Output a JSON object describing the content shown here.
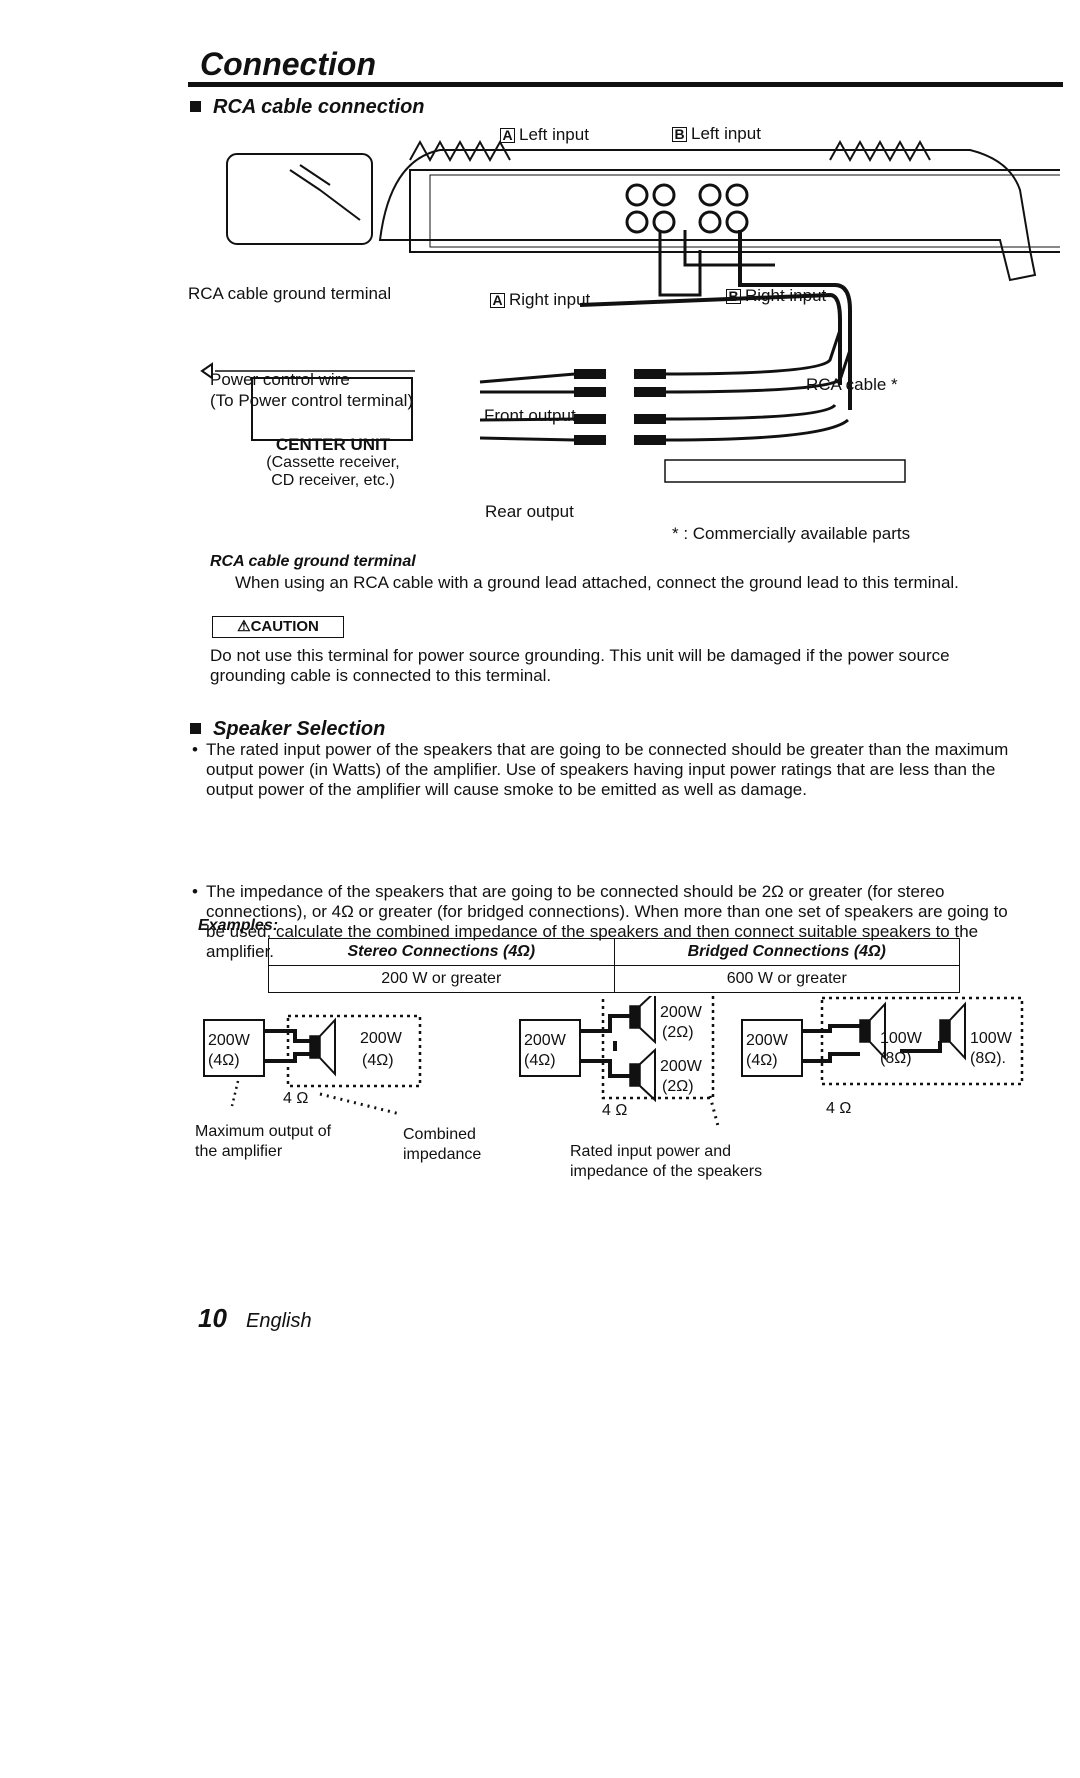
{
  "header": {
    "title": "Connection"
  },
  "rca": {
    "heading": "RCA cable connection",
    "labels": {
      "left_input_a": "Left input",
      "left_input_b": "Left input",
      "right_input_a": "Right input",
      "right_input_b": "Right input",
      "box_a": "A",
      "box_b": "B",
      "ground_terminal": "RCA cable ground terminal",
      "power_wire": "Power control wire",
      "power_terminal": "(To Power control terminal)",
      "front_output": "Front output",
      "rear_output": "Rear output",
      "rca_cable": "RCA cable *",
      "center_unit_title": "CENTER UNIT",
      "center_unit_sub1": "(Cassette receiver,",
      "center_unit_sub2": "CD receiver, etc.)",
      "commercial": "* : Commercially available parts"
    },
    "ground_heading": "RCA cable ground terminal",
    "ground_text": "When using an RCA cable with a ground lead attached, connect the ground lead to this terminal.",
    "caution_label": "CAUTION",
    "caution_text": "Do not use this terminal for power source grounding. This unit will be damaged if the power source grounding cable is connected to this terminal."
  },
  "speaker": {
    "heading": "Speaker Selection",
    "bullet1": "The rated input power of the speakers that are going to be connected should be greater than the maximum output power (in Watts) of the amplifier. Use of speakers having input power ratings that are less than the output power of the amplifier will cause smoke to be emitted as well as damage.",
    "bullet2": "The impedance of the speakers that are going to be connected should be 2Ω or greater (for stereo connections), or 4Ω or greater (for bridged connections). When more than one set of speakers are going to be used, calculate the combined impedance of the speakers and then connect suitable speakers to the amplifier.",
    "examples_label": "Examples:",
    "table": {
      "headers": [
        "Stereo Connections (4Ω)",
        "Bridged Connections (4Ω)"
      ],
      "row": [
        "200 W or greater",
        "600 W or greater"
      ]
    },
    "diagrams": {
      "amp_watt": "200W",
      "amp_ohm": "(4Ω)",
      "d1_spk_watt": "200W",
      "d1_spk_ohm": "(4Ω)",
      "d1_combined": "4 Ω",
      "d2_spk1_watt": "200W",
      "d2_spk1_ohm": "(2Ω)",
      "d2_spk2_watt": "200W",
      "d2_spk2_ohm": "(2Ω)",
      "d2_combined": "4 Ω",
      "d3_spk1_watt": "100W",
      "d3_spk1_ohm": "(8Ω)",
      "d3_spk2_watt": "100W",
      "d3_spk2_ohm": "(8Ω).",
      "d3_combined": "4 Ω",
      "caption_max1": "Maximum output of",
      "caption_max2": "the amplifier",
      "caption_comb1": "Combined",
      "caption_comb2": "impedance",
      "caption_rated1": "Rated input power and",
      "caption_rated2": "impedance of the speakers"
    }
  },
  "footer": {
    "page_number": "10",
    "language": "English"
  }
}
